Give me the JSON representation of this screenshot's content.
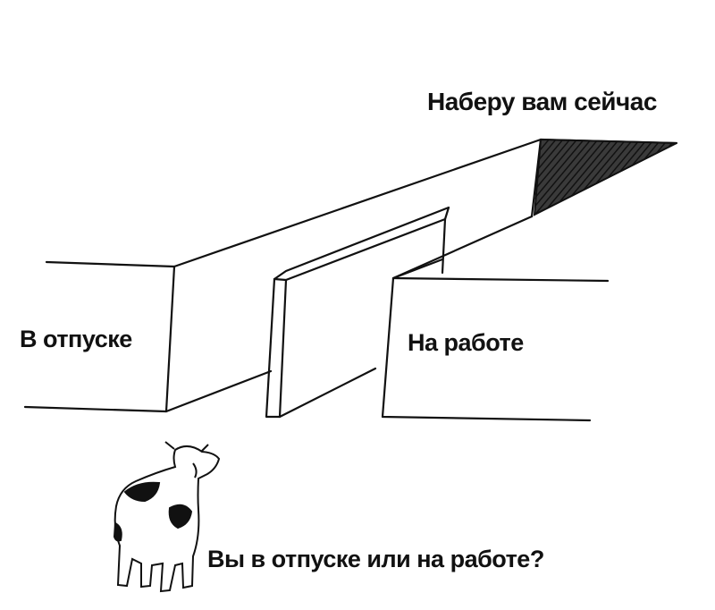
{
  "meme": {
    "caption_top": "Наберу вам сейчас",
    "caption_left": "В отпуске",
    "caption_right": "На работе",
    "caption_bottom": "Вы в отпуске или на работе?"
  },
  "colors": {
    "background": "#ffffff",
    "ink": "#111111",
    "shade": "#333333"
  }
}
